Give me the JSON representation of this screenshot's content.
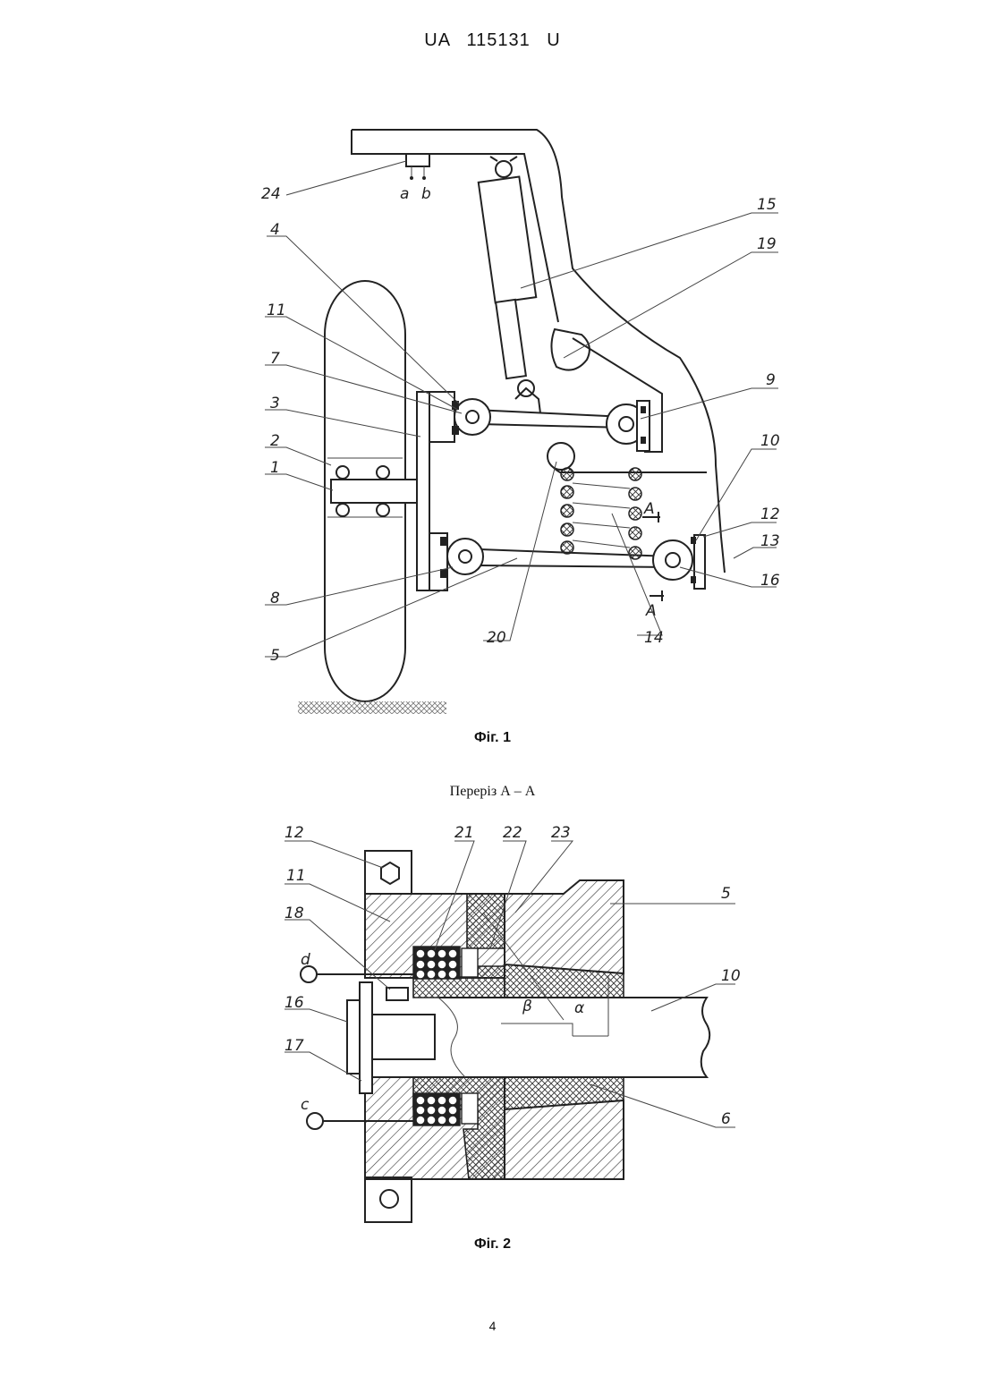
{
  "header": {
    "patent_number": "UA   115131   U"
  },
  "figure1": {
    "caption": "Фіг. 1",
    "point_labels": [
      "a",
      "b"
    ],
    "section_marks": [
      "A",
      "A"
    ],
    "callouts": [
      "24",
      "15",
      "19",
      "4",
      "11",
      "7",
      "9",
      "3",
      "2",
      "1",
      "10",
      "12",
      "13",
      "16",
      "8",
      "5",
      "20",
      "14"
    ]
  },
  "figure2": {
    "section_title": "Переріз А – А",
    "caption": "Фіг. 2",
    "callouts": [
      "12",
      "21",
      "22",
      "23",
      "11",
      "5",
      "18",
      "d",
      "10",
      "16",
      "17",
      "c",
      "6"
    ],
    "angles": [
      "β",
      "α"
    ]
  },
  "page": {
    "number": "4"
  }
}
